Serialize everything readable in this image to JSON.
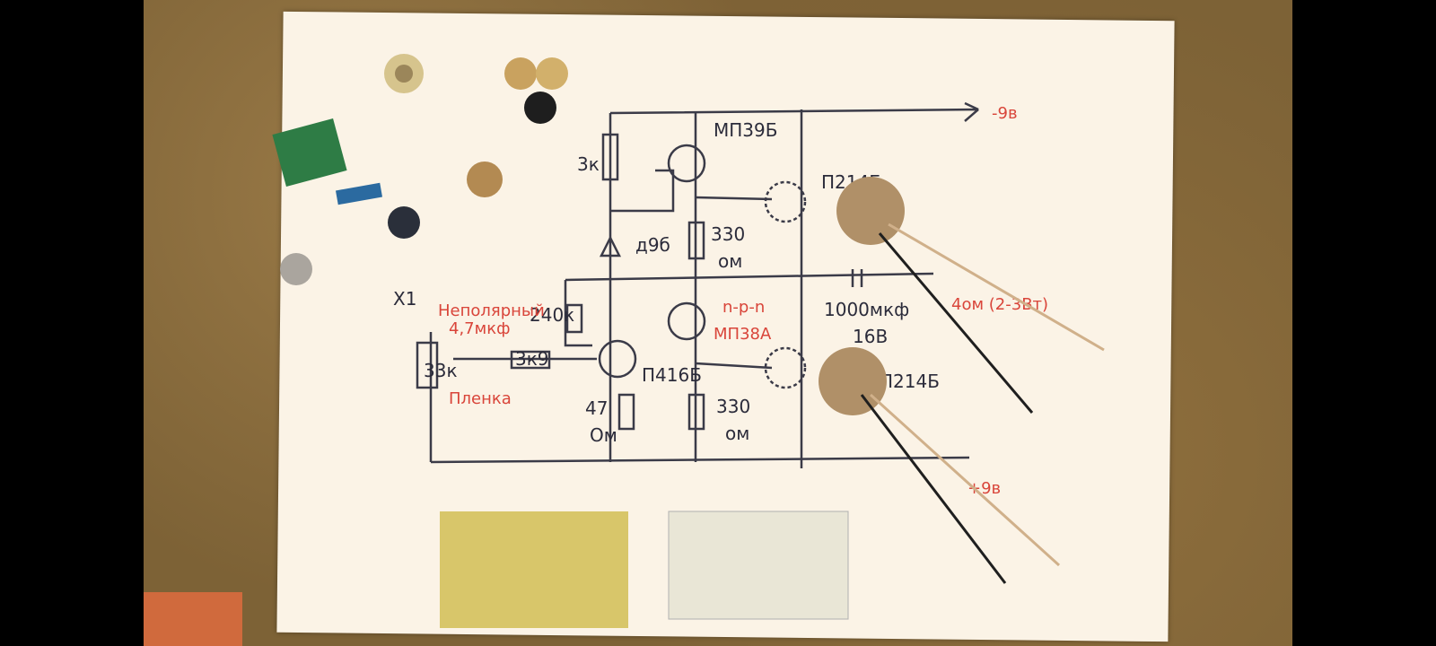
{
  "schematic": {
    "supply_neg": "-9в",
    "supply_pos": "+9в",
    "t1": "МП39Б",
    "t2": "П214Б",
    "t3_type": "n-p-n",
    "t3": "МП38А",
    "t4": "П416Б",
    "t5": "П214Б",
    "r_3k": "3к",
    "diode": "д9б",
    "r_330_top": "330",
    "om_top": "ом",
    "r_240k": "240к",
    "cap_label_1": "Неполярный",
    "cap_label_2": "4,7мкф",
    "r_33k": "33к",
    "r_3k9": "3к9",
    "input": "Х1",
    "plenka": "Пленка",
    "r_47": "47",
    "om_47": "Ом",
    "r_330_bot": "330",
    "om_bot": "ом",
    "cap_out_1": "1000мкф",
    "cap_out_2": "16В",
    "speaker": "4ом (2-3Вт)"
  }
}
